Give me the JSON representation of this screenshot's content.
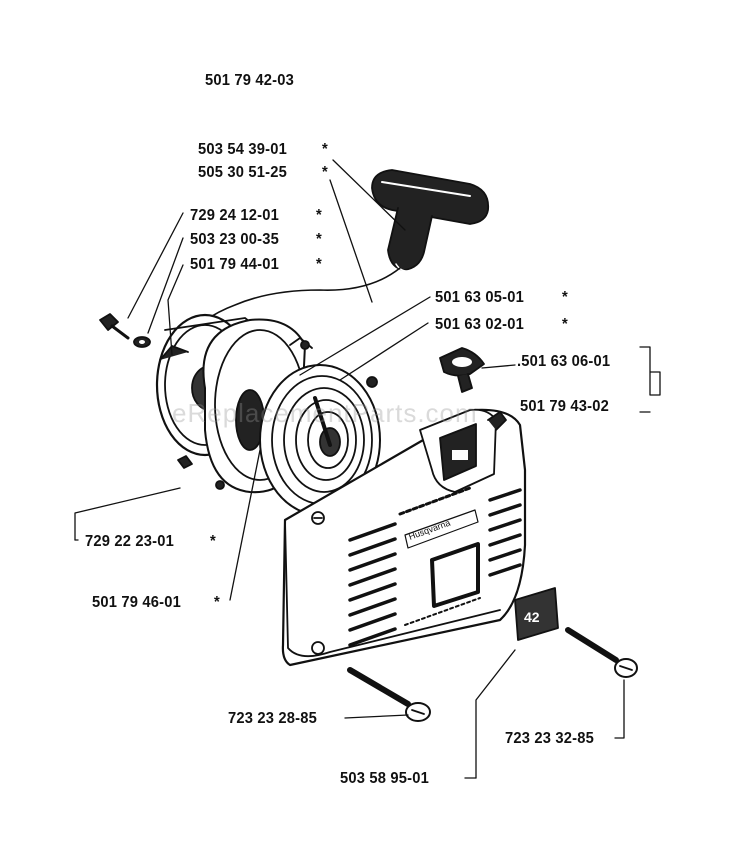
{
  "colors": {
    "ink": "#111111",
    "paper": "#ffffff",
    "watermark": "#c8c8c8"
  },
  "labels": {
    "assembly": "501 79 42-03",
    "handle_a": "503 54 39-01",
    "handle_b": "505 30 51-25",
    "screw_a": "729 24 12-01",
    "washer": "503 23 00-35",
    "pulley": "501 79 44-01",
    "spring_a": "501 63 05-01",
    "spring_b": "501 63 02-01",
    "guide": ".501 63 06-01",
    "housing": "501 79 43-02",
    "screw_b": "729 22 23-01",
    "spring_case": "501 79 46-01",
    "bolt_a": "723 23 28-85",
    "bolt_b": "723 23 32-85",
    "decal": "503 58 95-01"
  },
  "star": "*",
  "watermark": "eReplacementParts.com"
}
